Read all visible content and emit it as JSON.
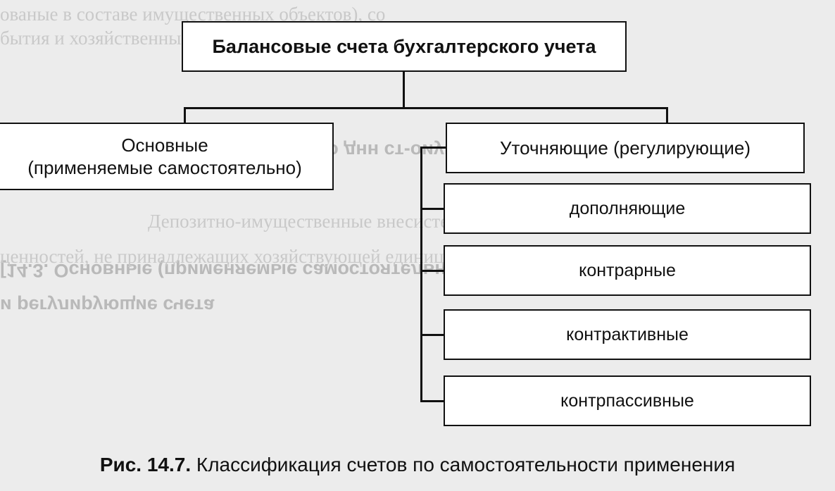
{
  "diagram": {
    "root": "Балансовые счета бухгалтерского учета",
    "left": {
      "line1": "Основные",
      "line2": "(применяемые самостоятельно)"
    },
    "right": {
      "label": "Уточняющие (регулирующие)",
      "children": [
        "дополняющие",
        "контрарные",
        "контрактивные",
        "контрпассивные"
      ]
    }
  },
  "caption": {
    "number": "Рис. 14.7.",
    "text": "Классификация счетов по самостоятельности применения"
  },
  "colors": {
    "stroke": "#111111",
    "box_fill": "#ffffff",
    "page_bg": "#ececec"
  }
}
